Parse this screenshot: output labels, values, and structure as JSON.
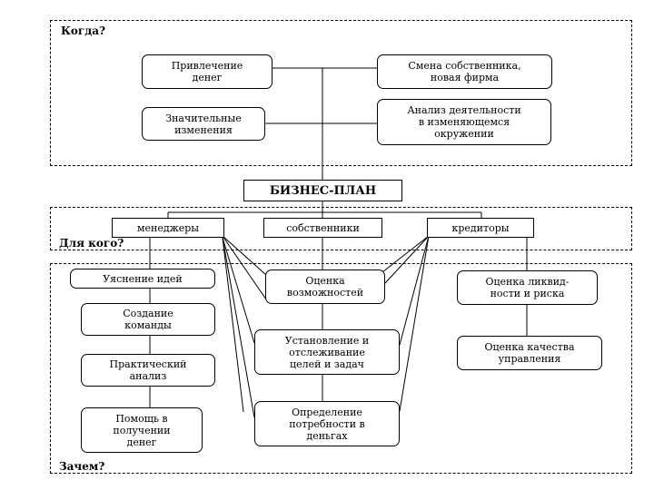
{
  "sections": {
    "when": "Когда?",
    "for_whom": "Для кого?",
    "why": "Зачем?"
  },
  "center": "БИЗНЕС-ПЛАН",
  "when_items": {
    "money": "Привлечение\nденег",
    "owner_change": "Смена собственника,\nновая фирма",
    "changes": "Значительные\nизменения",
    "analysis": "Анализ деятельности\nв изменяющемся\nокружении"
  },
  "audience": {
    "managers": "менеджеры",
    "owners": "собственники",
    "creditors": "кредиторы"
  },
  "why_items": {
    "ideas": "Уяснение идей",
    "team": "Создание\nкоманды",
    "practical": "Практический\nанализ",
    "help_money": "Помощь в\nполучении\nденег",
    "opportunities": "Оценка\nвозможностей",
    "goals": "Установление и\nотслеживание\nцелей и задач",
    "needs": "Определение\nпотребности в\nденьгах",
    "liquidity": "Оценка ликвид-\nности и риска",
    "mgmt_quality": "Оценка качества\nуправления"
  }
}
